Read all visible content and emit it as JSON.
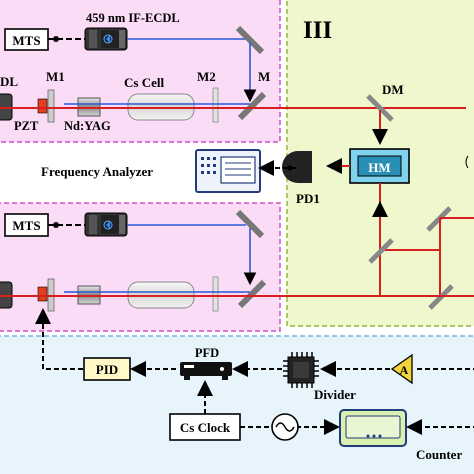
{
  "labels": {
    "section": "III",
    "laser_top": "459 nm IF-ECDL",
    "mts_top": "MTS",
    "mts_mid": "MTS",
    "dl": "DL",
    "m1": "M1",
    "m2": "M2",
    "m": "M",
    "cs_cell": "Cs Cell",
    "pzt": "PZT",
    "ndyag": "Nd:YAG",
    "dm": "DM",
    "hm": "HM",
    "pd1": "PD1",
    "freq_analyzer": "Frequency Analyzer",
    "pid": "PID",
    "pfd": "PFD",
    "divider": "Divider",
    "amp": "A",
    "cs_clock": "Cs Clock",
    "counter": "Counter"
  },
  "colors": {
    "pink_panel": "#fbdcf6",
    "pink_border": "#d04fc6",
    "green_panel": "#eef8cc",
    "green_border": "#9ab53a",
    "blue_panel": "#e7f4fb",
    "blue_border": "#6bb7d6",
    "red_beam": "#d81e1e",
    "blue_beam": "#2c57d6",
    "hm_fill": "#7fd3ee",
    "counter_fill": "#d9f0b0"
  }
}
